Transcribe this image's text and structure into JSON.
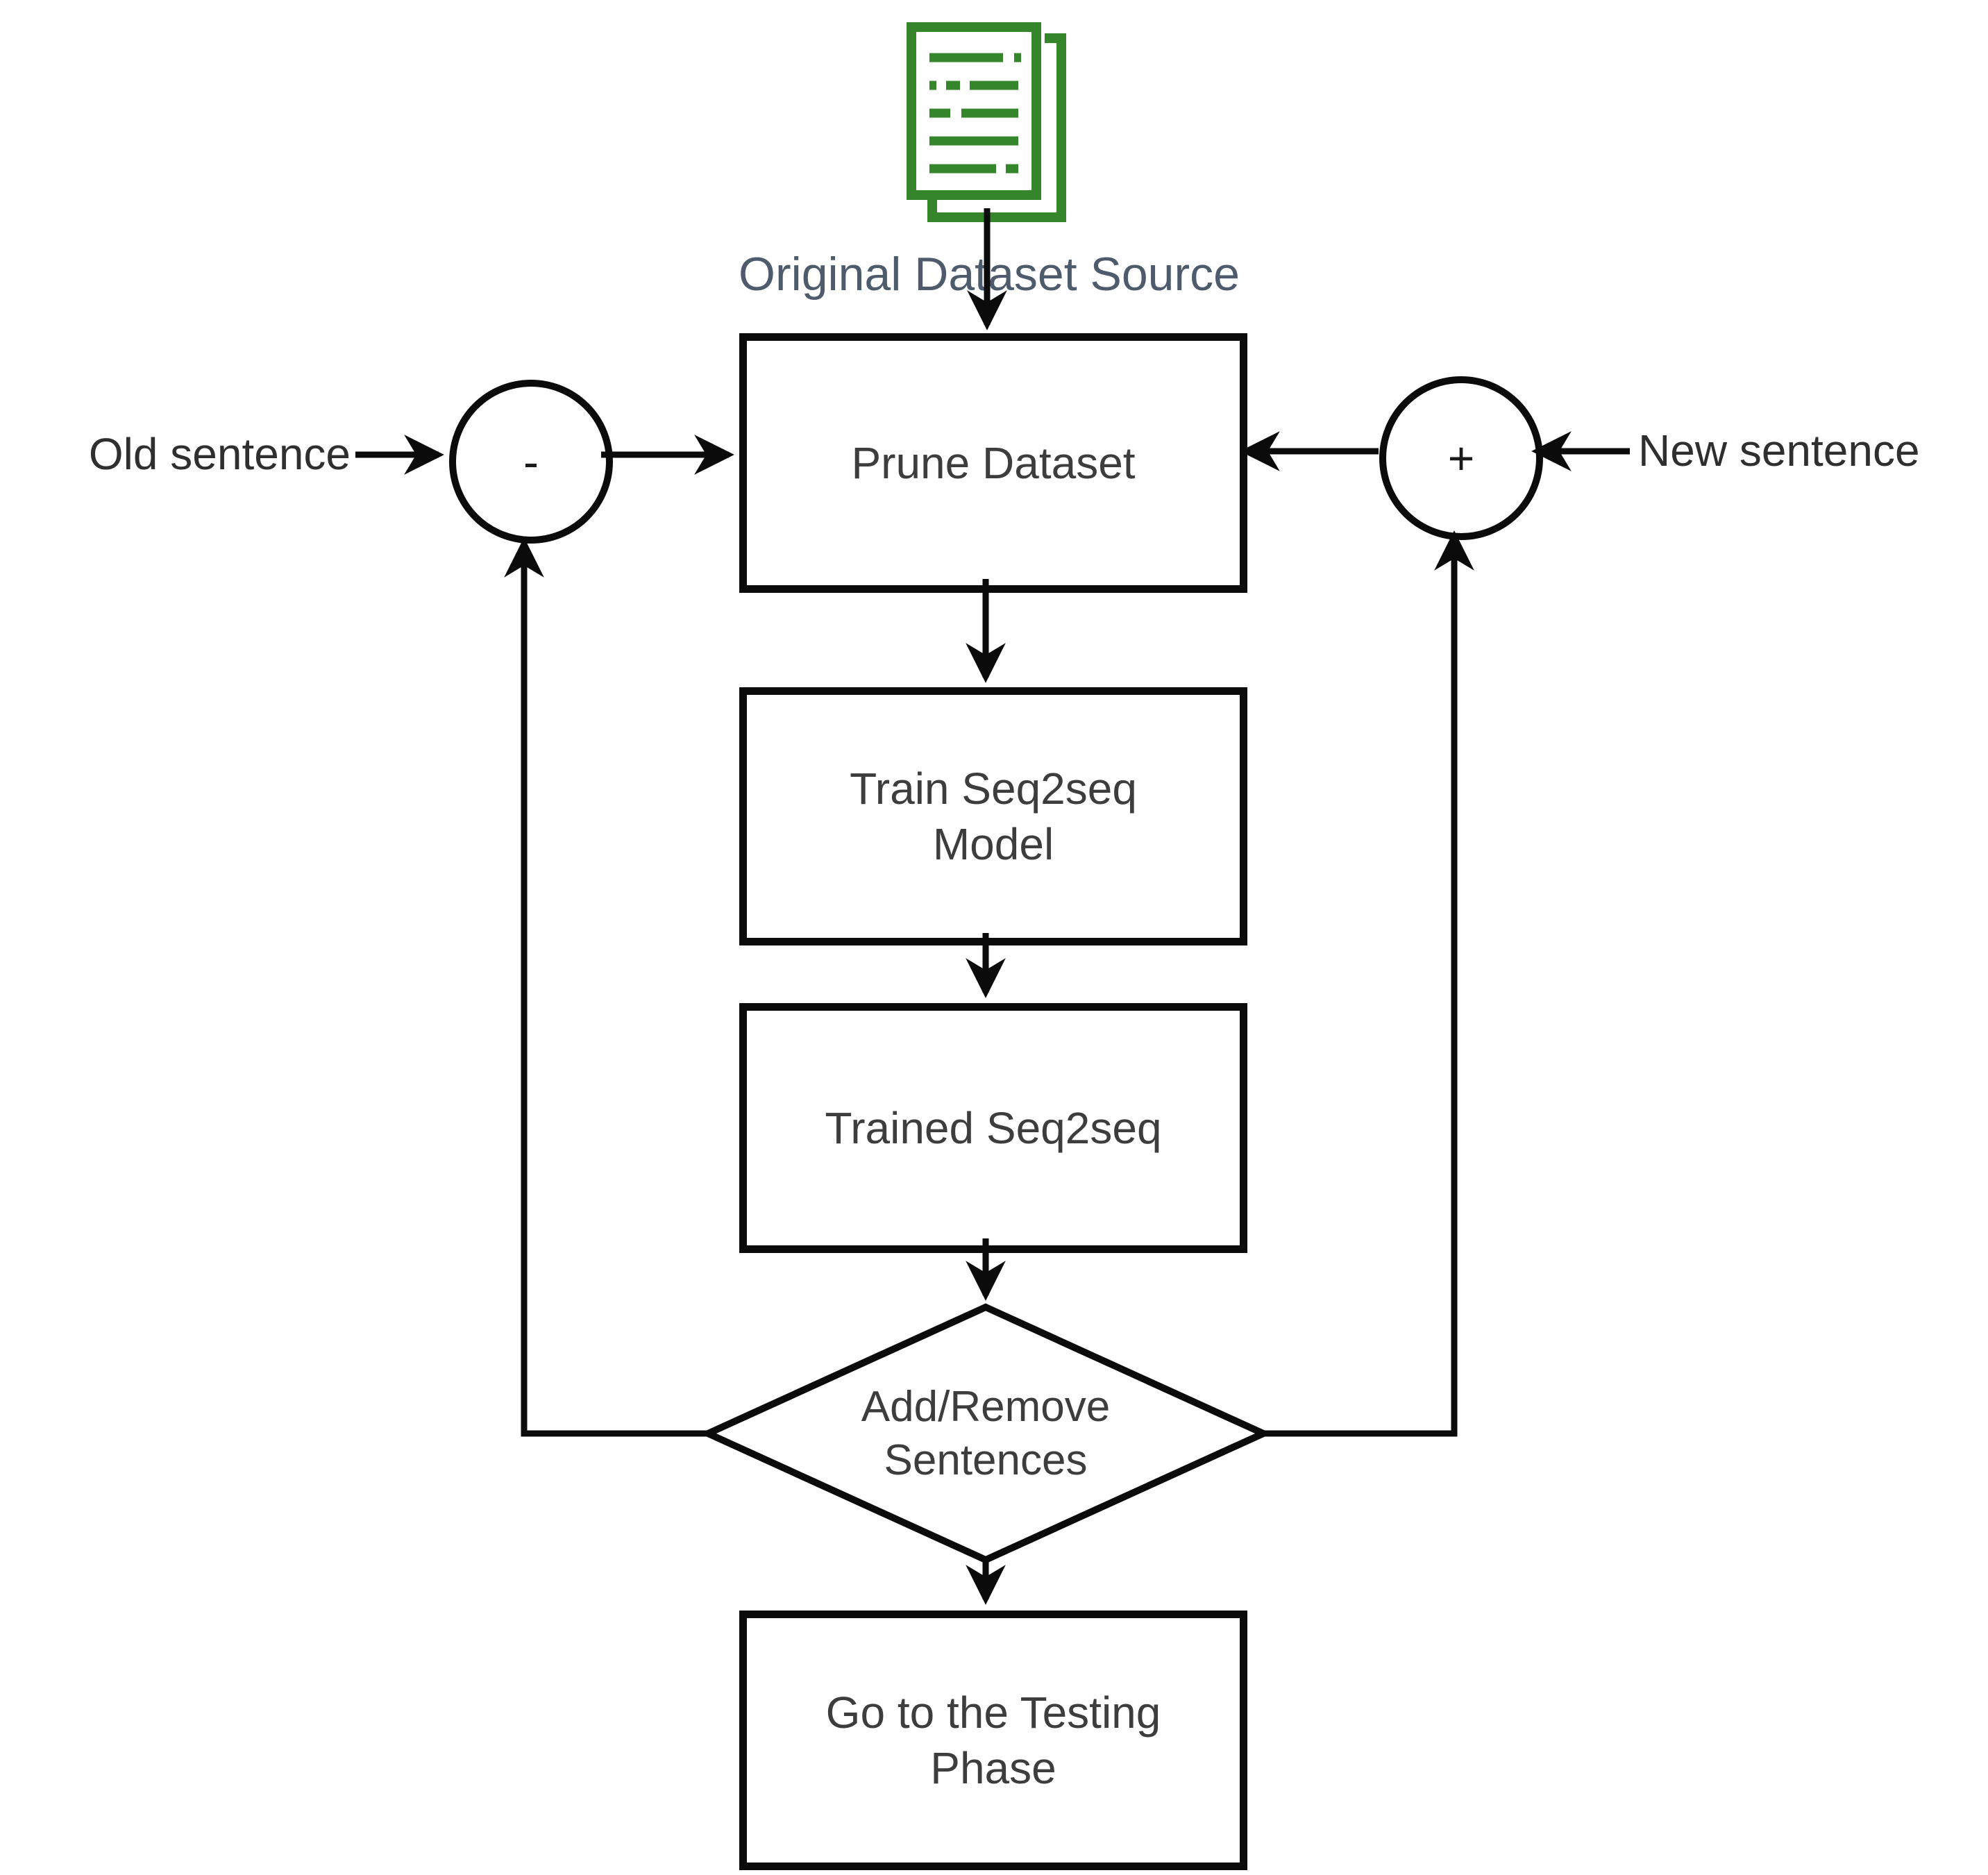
{
  "diagram": {
    "source_label": "Original Dataset Source",
    "nodes": {
      "prune": "Prune Dataset",
      "train": "Train Seq2seq Model",
      "trained": "Trained Seq2seq",
      "decision": "Add/Remove Sentences",
      "testing": "Go to the Testing Phase"
    },
    "junctions": {
      "minus": "-",
      "plus": "+"
    },
    "inputs": {
      "old": "Old sentence",
      "new": "New sentence"
    },
    "icons": {
      "source": "document-pages-icon"
    },
    "colors": {
      "icon_green": "#35852a",
      "line": "#0b0b0b",
      "box_text": "#3d3d3d",
      "source_label_slate": "#4e5b6c",
      "background": "#ffffff"
    }
  }
}
